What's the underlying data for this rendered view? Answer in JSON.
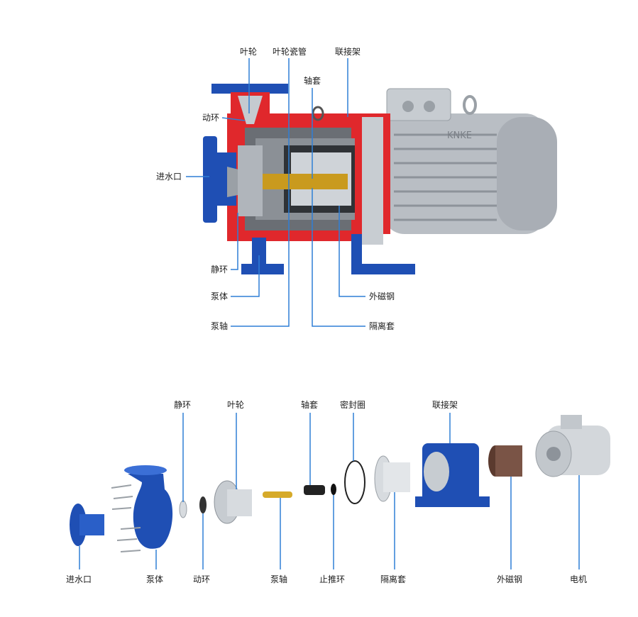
{
  "top_diagram": {
    "brand": "KNKE",
    "labels": {
      "impeller": "叶轮",
      "impeller_ceramic_tube": "叶轮瓷管",
      "bracket": "联接架",
      "bushing": "轴套",
      "rotating_ring": "动环",
      "inlet": "进水口",
      "static_ring": "静环",
      "pump_body": "泵体",
      "pump_shaft": "泵轴",
      "outer_magnet": "外磁钢",
      "isolation_sleeve": "隔离套"
    }
  },
  "bottom_diagram": {
    "labels": {
      "static_ring": "静环",
      "impeller": "叶轮",
      "bushing": "轴套",
      "seal_ring": "密封圈",
      "bracket": "联接架",
      "inlet": "进水口",
      "pump_body": "泵体",
      "rotating_ring": "动环",
      "pump_shaft": "泵轴",
      "thrust_ring": "止推环",
      "isolation_sleeve": "隔离套",
      "outer_magnet": "外磁钢",
      "motor": "电机"
    }
  },
  "colors": {
    "line": "#2f7fd6",
    "pump_blue": "#1f4fb4",
    "casing_red": "#e0282c",
    "motor_grey": "#b9bec4",
    "shaft_gold": "#c99a1e"
  }
}
